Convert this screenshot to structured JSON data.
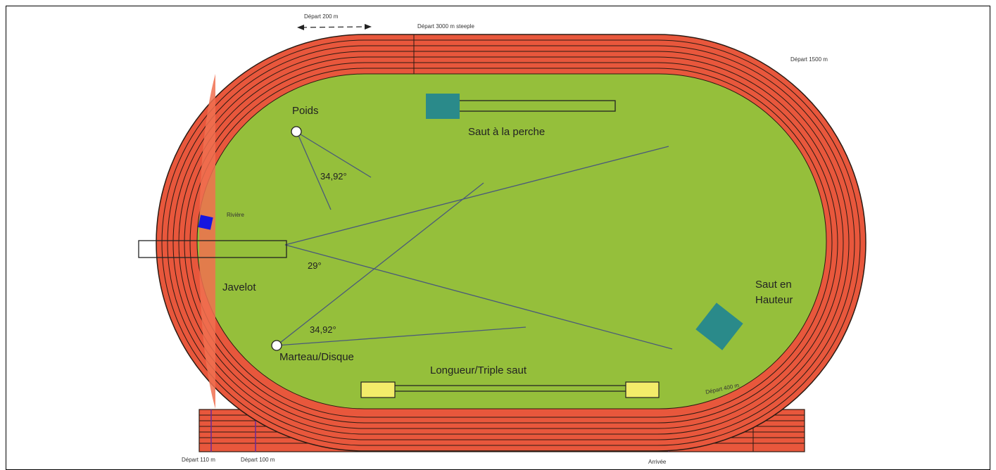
{
  "labels": {
    "poids": "Poids",
    "angle_poids": "34,92°",
    "saut_perche": "Saut à la perche",
    "javelot": "Javelot",
    "angle_javelot": "29°",
    "marteau_disque": "Marteau/Disque",
    "angle_marteau": "34,92°",
    "longueur_triple": "Longueur/Triple saut",
    "saut_hauteur_1": "Saut en",
    "saut_hauteur_2": "Hauteur",
    "riviere": "Rivière",
    "depart_200": "Départ 200 m",
    "depart_3000_steeple": "Départ 3000 m steeple",
    "depart_1500": "Départ 1500 m",
    "depart_400": "Départ 400 m",
    "depart_110": "Départ 110 m",
    "depart_100": "Départ 100 m",
    "arrivee": "Arrivée"
  },
  "colors": {
    "track": "#e8573c",
    "field": "#95bf3b",
    "lane_line": "#2b1a12",
    "pit_teal": "#2a8a8a",
    "sand_yellow": "#f3ec6a",
    "water_blue": "#1515e0",
    "sector_line": "#4a5a7a"
  }
}
